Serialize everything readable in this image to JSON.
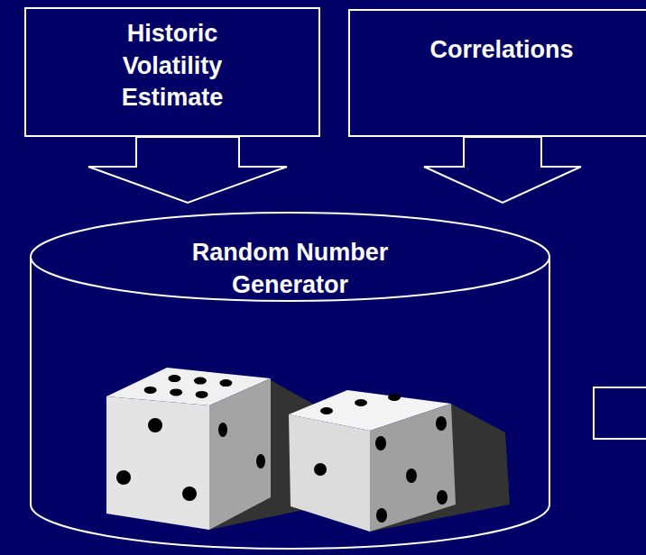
{
  "diagram": {
    "nodes": [
      {
        "text": [
          "Historic Volatility Estimate"
        ]
      },
      {
        "text": [
          "Correlations"
        ]
      },
      {
        "text": [
          "Random Number Generator"
        ]
      }
    ],
    "edges": [
      {
        "from": 0,
        "to": 2,
        "arrow": "to"
      },
      {
        "from": 1,
        "to": 2,
        "arrow": "to"
      }
    ]
  }
}
